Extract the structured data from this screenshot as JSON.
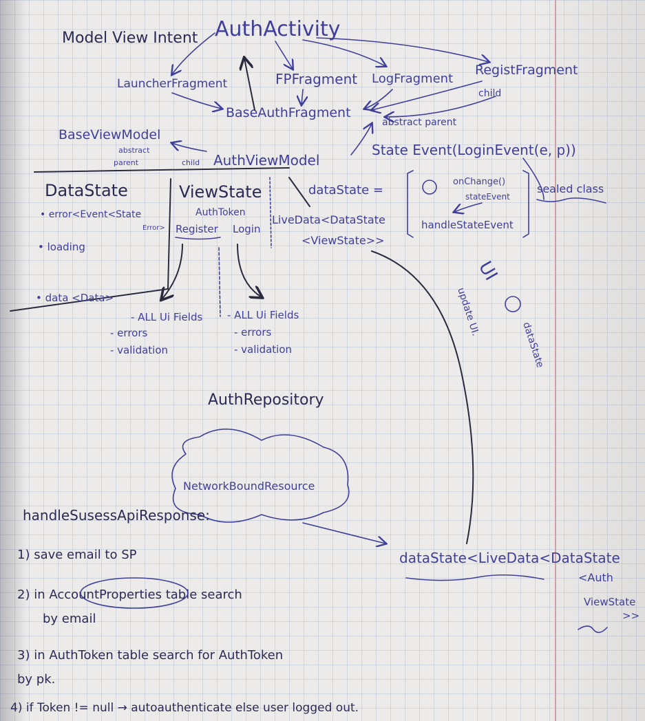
{
  "top": {
    "mvi_label": "Model View Intent",
    "auth_activity": "AuthActivity",
    "launcher_fragment": "LauncherFragment",
    "fp_fragment": "FPFragment",
    "log_fragment": "LogFragment",
    "regist_fragment": "RegistFragment",
    "child_note": "child",
    "base_auth_fragment": "BaseAuthFragment",
    "abstract_parent_right": "abstract parent",
    "base_view_model": "BaseViewModel",
    "abstract_parent_left_1": "abstract",
    "abstract_parent_left_2": "parent",
    "child_left": "child",
    "auth_view_model": "AuthViewModel",
    "state_event": "State Event(LoginEvent(e, p))"
  },
  "data_state_box": {
    "title": "DataState",
    "item_error": "• error<Event<State",
    "item_error_sub": "Error>",
    "item_loading": "• loading",
    "item_data": "• data <Data>"
  },
  "view_state_box": {
    "title": "ViewState",
    "auth_token": "AuthToken",
    "register": "Register",
    "login": "Login"
  },
  "register_fields": {
    "line1": "- ALL Ui Fields",
    "line2": "- errors",
    "line3": "- validation"
  },
  "login_fields": {
    "line1": "- ALL Ui Fields",
    "line2": "- errors",
    "line3": "- validation"
  },
  "data_state_decl": {
    "prefix": "dataState =",
    "type_line1": "LiveData<DataState",
    "type_line2": "<ViewState>>",
    "on_change": "onChange()",
    "state_event": "stateEvent",
    "handle_state_event": "handleStateEvent",
    "sealed_class": "sealed class"
  },
  "ui_note": {
    "ui": "UI",
    "update_ui": "update UI.",
    "data_state": "dataState"
  },
  "repository": {
    "title": "AuthRepository",
    "network_bound": "NetworkBoundResource"
  },
  "bottom_right": {
    "line1": "dataState<LiveData<DataState",
    "line2": "<Auth",
    "line3": "ViewState",
    "line4": ">>"
  },
  "handle_success": {
    "title": "handleSusessApiResponse:",
    "step1": "1) save email to SP",
    "step2": "2)  in AccountProperties table search",
    "step2b": "by email",
    "step3": "3) in AuthToken table search for AuthToken",
    "step3b": "by pk.",
    "step4": "4) if Token != null → autoauthenticate else user logged out."
  },
  "colors": {
    "ink": "#3f3f9a",
    "pencil": "#2a2a3e",
    "paper": "#ecebea",
    "margin": "#d9a0a6"
  }
}
